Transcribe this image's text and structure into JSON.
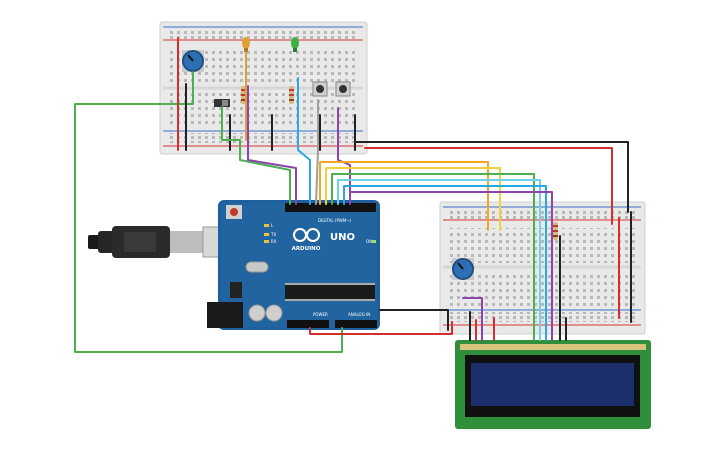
{
  "arduino": {
    "brand": "ARDUINO",
    "model": "UNO",
    "digital_label": "DIGITAL (PWM~)",
    "power_label": "POWER",
    "analog_label": "ANALOG IN",
    "tx_label": "TX",
    "rx_label": "RX",
    "l_label": "L",
    "on_label": "ON",
    "board_color": "#1f5f9e"
  },
  "wire_colors": {
    "red": "#d32f2f",
    "black": "#222222",
    "green": "#4caf50",
    "purple": "#8e44ad",
    "orange": "#f5a623",
    "yellow": "#f4d03f",
    "blue": "#29a9e0",
    "cyan": "#6fd3e8",
    "gray": "#9e9e9e"
  },
  "components": {
    "led_yellow": "#e0a030",
    "led_green": "#3cb043",
    "lcd_screen": "#1c2f6b",
    "lcd_pcb": "#2f8f3a",
    "potentiometer": "#2d6fb4"
  }
}
